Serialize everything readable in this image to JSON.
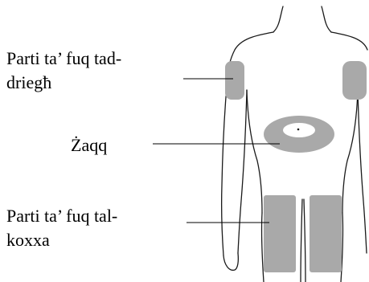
{
  "labels": {
    "upper_arm": {
      "line1": "Parti ta’ fuq tad-",
      "line2": "driegħ"
    },
    "abdomen": {
      "text": "Żaqq"
    },
    "thigh": {
      "line1": "Parti ta’ fuq tal-",
      "line2": "koxxa"
    }
  },
  "colors": {
    "outline": "#1a1a1a",
    "injection_area": "#a9a9a9",
    "leader_line": "#000000",
    "background": "#ffffff"
  }
}
